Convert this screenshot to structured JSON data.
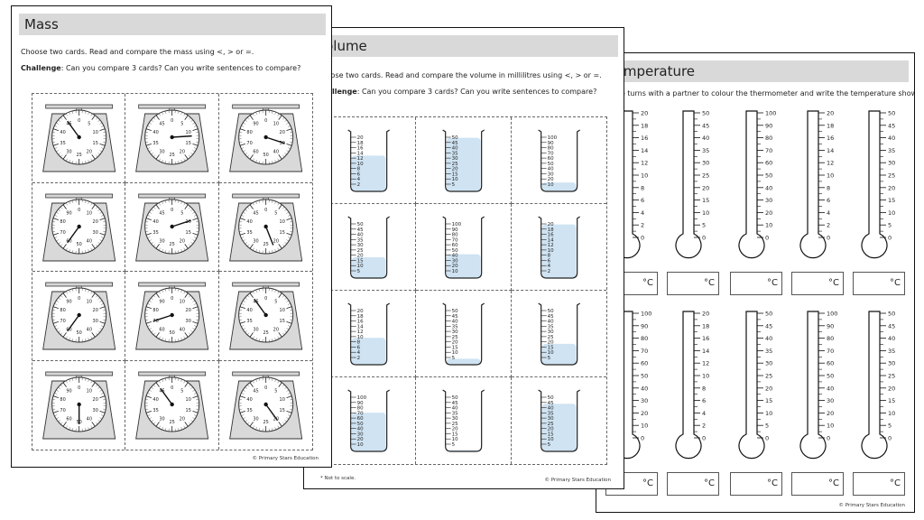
{
  "temperature_sheet": {
    "title": "Temperature",
    "instruction": "Take turns with a partner to colour the thermometer and write the temperature shown.",
    "footer": "© Primary Stars Education",
    "unit": "°C",
    "thermometers": [
      {
        "scale": [
          0,
          2,
          4,
          6,
          8,
          10,
          12,
          14,
          16,
          18,
          20
        ]
      },
      {
        "scale": [
          0,
          5,
          10,
          15,
          20,
          25,
          30,
          35,
          40,
          45,
          50
        ]
      },
      {
        "scale": [
          0,
          10,
          20,
          30,
          40,
          50,
          60,
          70,
          80,
          90,
          100
        ]
      },
      {
        "scale": [
          0,
          2,
          4,
          6,
          8,
          10,
          12,
          14,
          16,
          18,
          20
        ]
      },
      {
        "scale": [
          0,
          5,
          10,
          15,
          20,
          25,
          30,
          35,
          40,
          45,
          50
        ]
      },
      {
        "scale": [
          0,
          10,
          20,
          30,
          40,
          50,
          60,
          70,
          80,
          90,
          100
        ]
      },
      {
        "scale": [
          0,
          2,
          4,
          6,
          8,
          10,
          12,
          14,
          16,
          18,
          20
        ]
      },
      {
        "scale": [
          0,
          5,
          10,
          15,
          20,
          25,
          30,
          35,
          40,
          45,
          50
        ]
      },
      {
        "scale": [
          0,
          10,
          20,
          30,
          40,
          50,
          60,
          70,
          80,
          90,
          100
        ]
      },
      {
        "scale": [
          0,
          5,
          10,
          15,
          20,
          25,
          30,
          35,
          40,
          45,
          50
        ]
      }
    ]
  },
  "volume_sheet": {
    "title": "Volume",
    "instruction": "Choose two cards. Read and compare the volume in millilitres using <, > or =.",
    "challenge_label": "Challenge",
    "challenge_text": ": Can you compare 3 cards? Can you write sentences to compare?",
    "note": "* Not to scale.",
    "footer": "© Primary Stars Education",
    "beakers": [
      {
        "scale": [
          2,
          4,
          6,
          8,
          10,
          12,
          14,
          16,
          18,
          20
        ],
        "fill": 0.6
      },
      {
        "scale": [
          5,
          10,
          15,
          20,
          25,
          30,
          35,
          40,
          45,
          50
        ],
        "fill": 0.9
      },
      {
        "scale": [
          10,
          20,
          30,
          40,
          50,
          60,
          70,
          80,
          90,
          100
        ],
        "fill": 0.15
      },
      {
        "scale": [
          5,
          10,
          15,
          20,
          25,
          30,
          35,
          40,
          45,
          50
        ],
        "fill": 0.35
      },
      {
        "scale": [
          10,
          20,
          30,
          40,
          50,
          60,
          70,
          80,
          90,
          100
        ],
        "fill": 0.4
      },
      {
        "scale": [
          2,
          4,
          6,
          8,
          10,
          12,
          14,
          16,
          18,
          20
        ],
        "fill": 0.9
      },
      {
        "scale": [
          2,
          4,
          6,
          8,
          10,
          12,
          14,
          16,
          18,
          20
        ],
        "fill": 0.45
      },
      {
        "scale": [
          5,
          10,
          15,
          20,
          25,
          30,
          35,
          40,
          45,
          50
        ],
        "fill": 0.1
      },
      {
        "scale": [
          5,
          10,
          15,
          20,
          25,
          30,
          35,
          40,
          45,
          50
        ],
        "fill": 0.35
      },
      {
        "scale": [
          10,
          20,
          30,
          40,
          50,
          60,
          70,
          80,
          90,
          100
        ],
        "fill": 0.65
      },
      {
        "scale": [
          5,
          10,
          15,
          20,
          25,
          30,
          35,
          40,
          45,
          50
        ],
        "fill": 0.02
      },
      {
        "scale": [
          5,
          10,
          15,
          20,
          25,
          30,
          35,
          40,
          45,
          50
        ],
        "fill": 0.8
      }
    ]
  },
  "mass_sheet": {
    "title": "Mass",
    "instruction": "Choose two cards. Read and compare the mass using <, > or =.",
    "challenge_label": "Challenge",
    "challenge_text": ": Can you compare 3 cards? Can you write sentences to compare?",
    "footer": "© Primary Stars Education",
    "dials": [
      {
        "max": 50,
        "reading": 45
      },
      {
        "max": 50,
        "reading": 12
      },
      {
        "max": 100,
        "reading": 30
      },
      {
        "max": 100,
        "reading": 60
      },
      {
        "max": 50,
        "reading": 10
      },
      {
        "max": 50,
        "reading": 22
      },
      {
        "max": 100,
        "reading": 60
      },
      {
        "max": 100,
        "reading": 70
      },
      {
        "max": 50,
        "reading": 45
      },
      {
        "max": 100,
        "reading": 50
      },
      {
        "max": 50,
        "reading": 45
      },
      {
        "max": 50,
        "reading": 20
      }
    ]
  }
}
